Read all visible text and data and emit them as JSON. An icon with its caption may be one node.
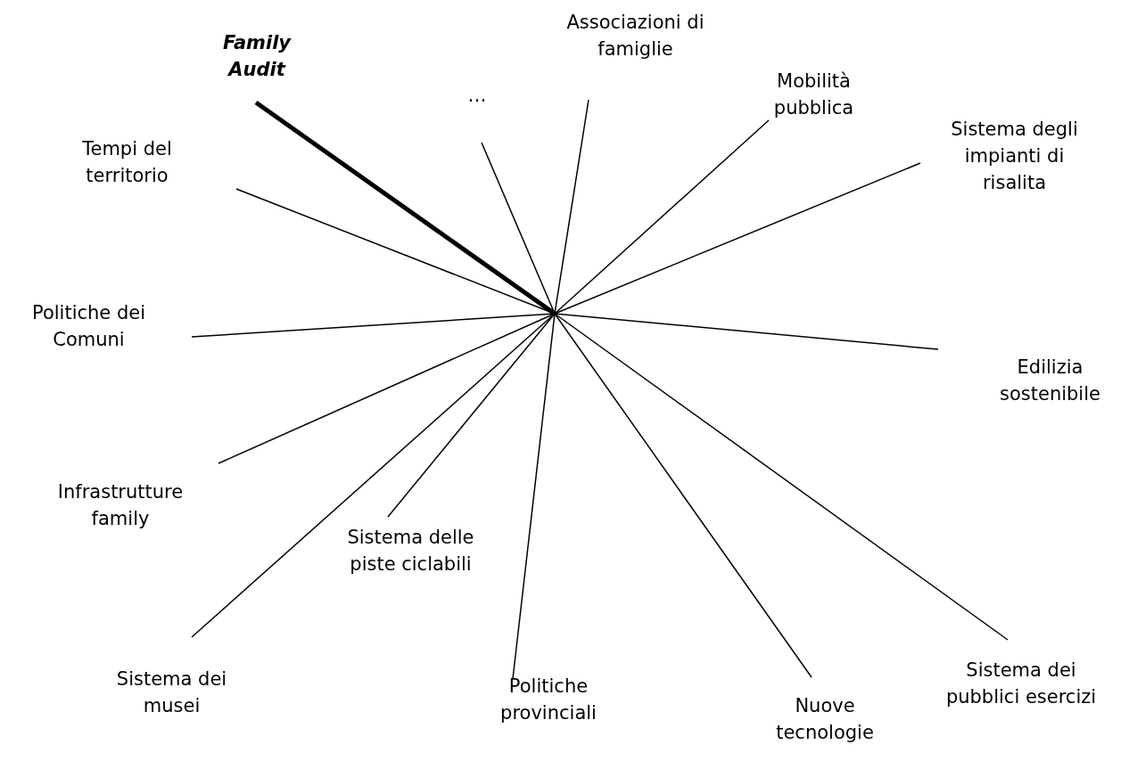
{
  "diagram": {
    "nodes": [
      {
        "text": [
          "Family Audit"
        ]
      },
      {
        "text": [
          "Associazioni di famiglie"
        ]
      },
      {
        "text": [
          "…"
        ]
      },
      {
        "text": [
          "Mobilità pubblica"
        ]
      },
      {
        "text": [
          "Tempi del territorio"
        ]
      },
      {
        "text": [
          "Sistema degli impianti di risalita"
        ]
      },
      {
        "text": [
          "Politiche dei Comuni"
        ]
      },
      {
        "text": [
          "Edilizia sostenibile"
        ]
      },
      {
        "text": [
          "Infrastrutture family"
        ]
      },
      {
        "text": [
          "Sistema delle piste ciclabili"
        ]
      },
      {
        "text": [
          "Sistema dei musei"
        ]
      },
      {
        "text": [
          "Politiche provinciali"
        ]
      },
      {
        "text": [
          "Nuove tecnologie"
        ]
      },
      {
        "text": [
          "Sistema dei pubblici esercizi"
        ]
      }
    ],
    "edges": [
      {
        "from": null,
        "to": 0,
        "arrow": "none",
        "style": "thick"
      },
      {
        "from": null,
        "to": 1,
        "arrow": "none"
      },
      {
        "from": null,
        "to": 2,
        "arrow": "none"
      },
      {
        "from": null,
        "to": 3,
        "arrow": "none"
      },
      {
        "from": null,
        "to": 4,
        "arrow": "none"
      },
      {
        "from": null,
        "to": 5,
        "arrow": "none"
      },
      {
        "from": null,
        "to": 6,
        "arrow": "none"
      },
      {
        "from": null,
        "to": 7,
        "arrow": "none"
      },
      {
        "from": null,
        "to": 8,
        "arrow": "none"
      },
      {
        "from": null,
        "to": 9,
        "arrow": "none"
      },
      {
        "from": null,
        "to": 10,
        "arrow": "none"
      },
      {
        "from": null,
        "to": 11,
        "arrow": "none"
      },
      {
        "from": null,
        "to": 12,
        "arrow": "none"
      },
      {
        "from": null,
        "to": 13,
        "arrow": "none"
      }
    ]
  }
}
